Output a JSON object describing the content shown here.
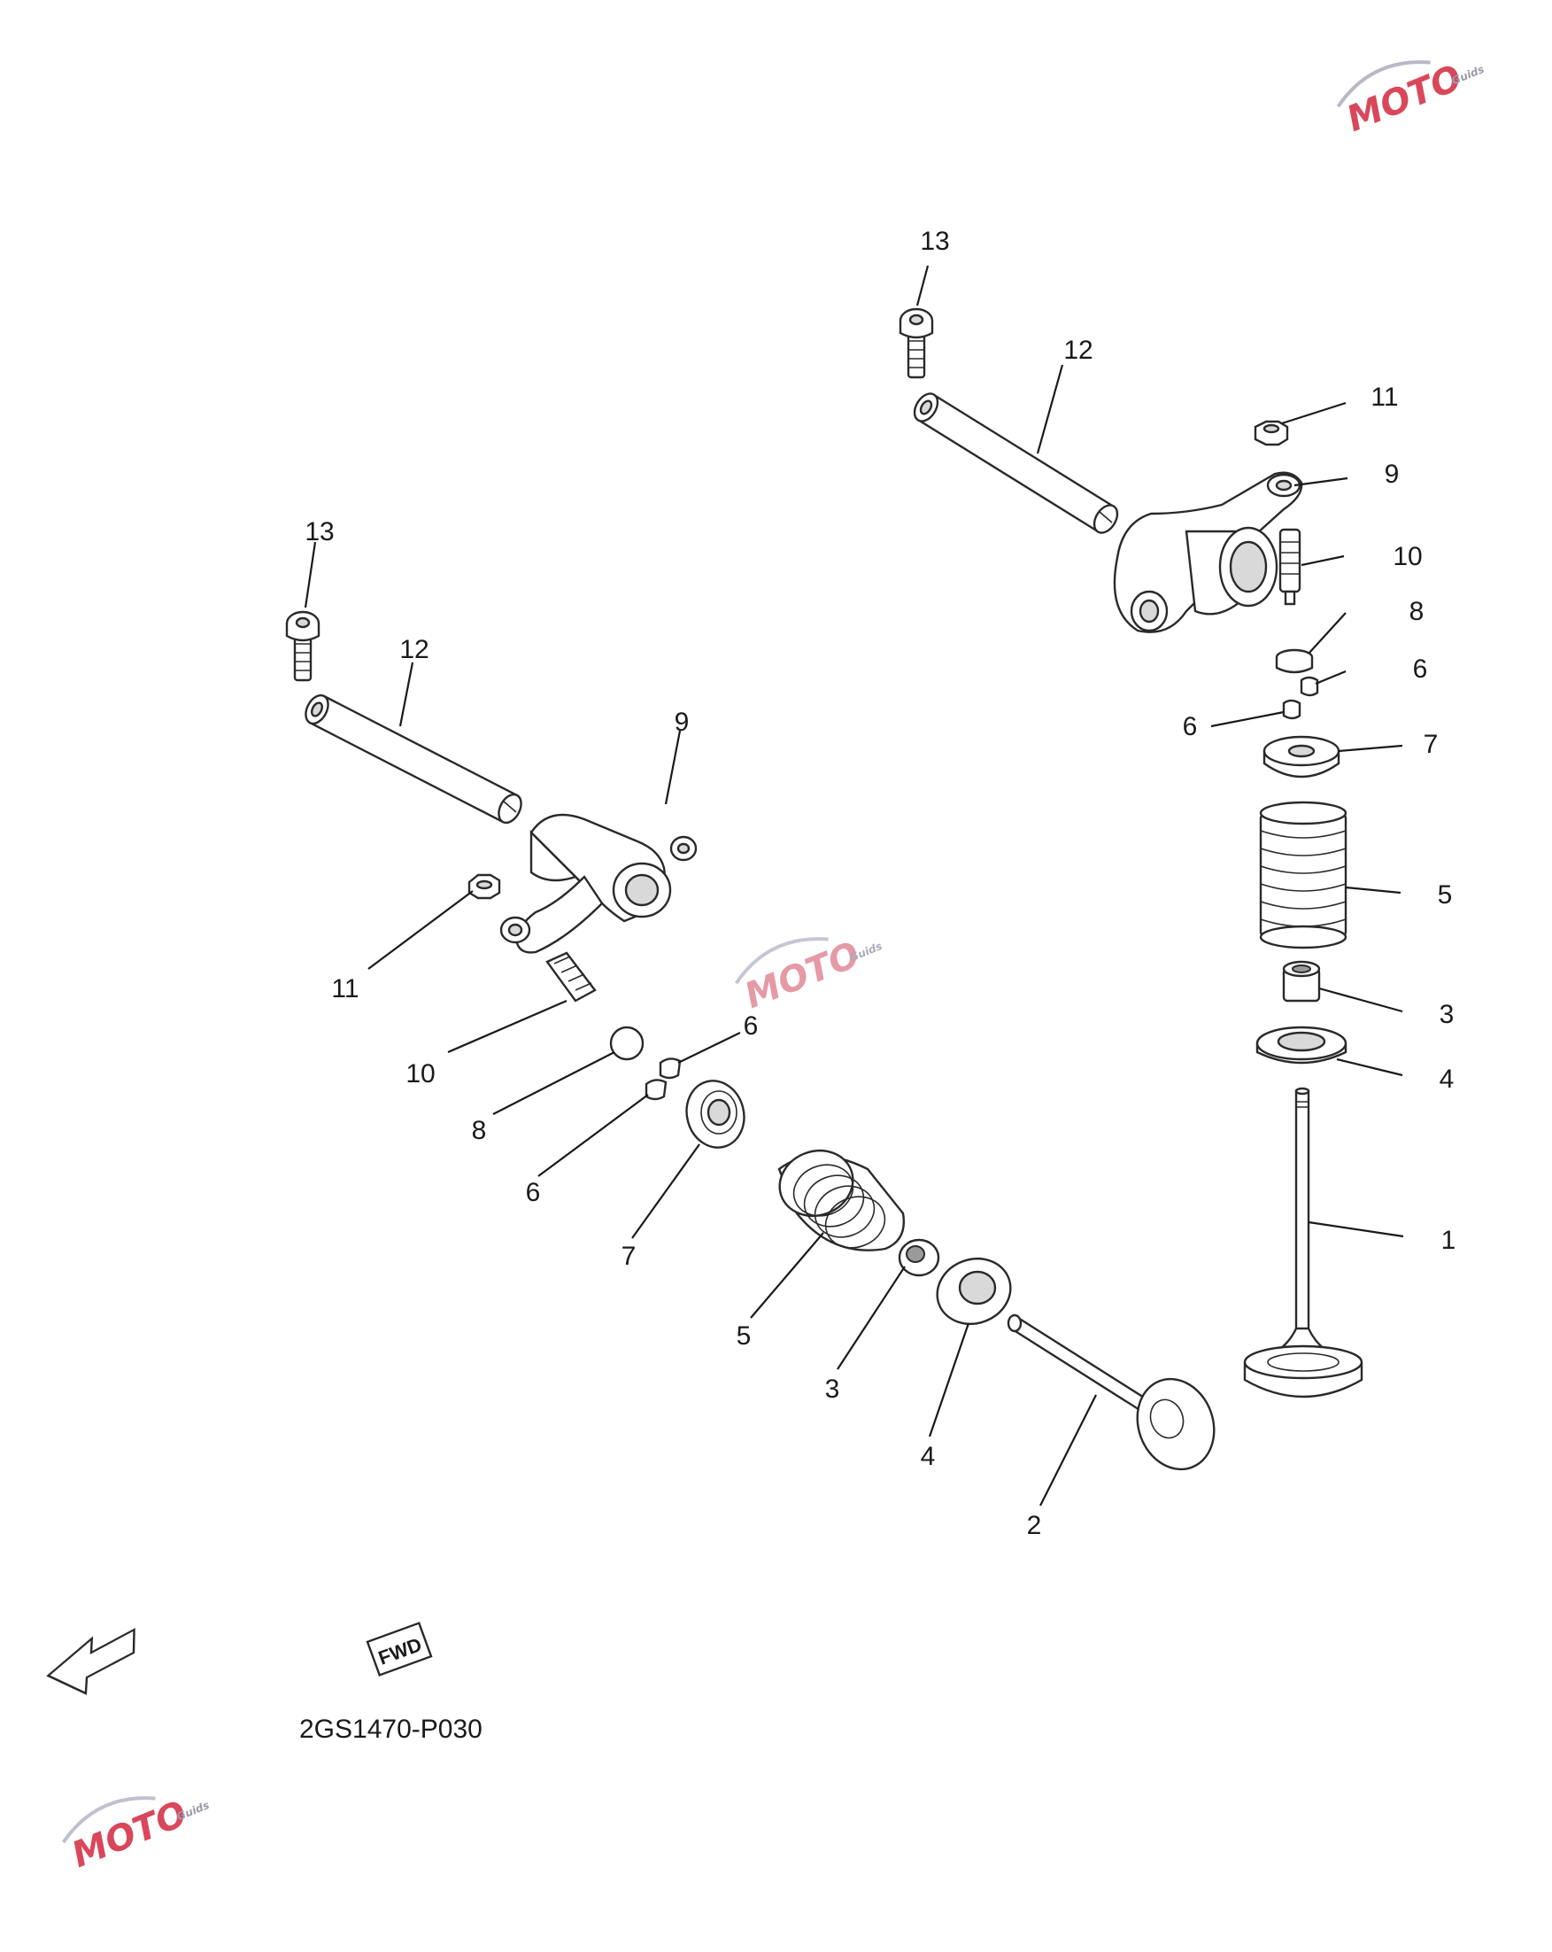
{
  "diagram_code": "2GS1470-P030",
  "fwd_label": "FWD",
  "watermark": {
    "brand": "MOTO",
    "sub": "Guids",
    "colors": {
      "red": "#d9475a",
      "gray": "#9a9aa8",
      "blue": "#5566cc"
    }
  },
  "callouts": {
    "right": [
      {
        "num": "13"
      },
      {
        "num": "12"
      },
      {
        "num": "11"
      },
      {
        "num": "9"
      },
      {
        "num": "10"
      },
      {
        "num": "8"
      },
      {
        "num": "6"
      },
      {
        "num": "6"
      },
      {
        "num": "7"
      },
      {
        "num": "5"
      },
      {
        "num": "3"
      },
      {
        "num": "4"
      },
      {
        "num": "1"
      }
    ],
    "left": [
      {
        "num": "13"
      },
      {
        "num": "12"
      },
      {
        "num": "9"
      },
      {
        "num": "11"
      },
      {
        "num": "10"
      },
      {
        "num": "8"
      },
      {
        "num": "6"
      },
      {
        "num": "6"
      },
      {
        "num": "7"
      },
      {
        "num": "5"
      },
      {
        "num": "3"
      },
      {
        "num": "4"
      },
      {
        "num": "2"
      }
    ]
  }
}
